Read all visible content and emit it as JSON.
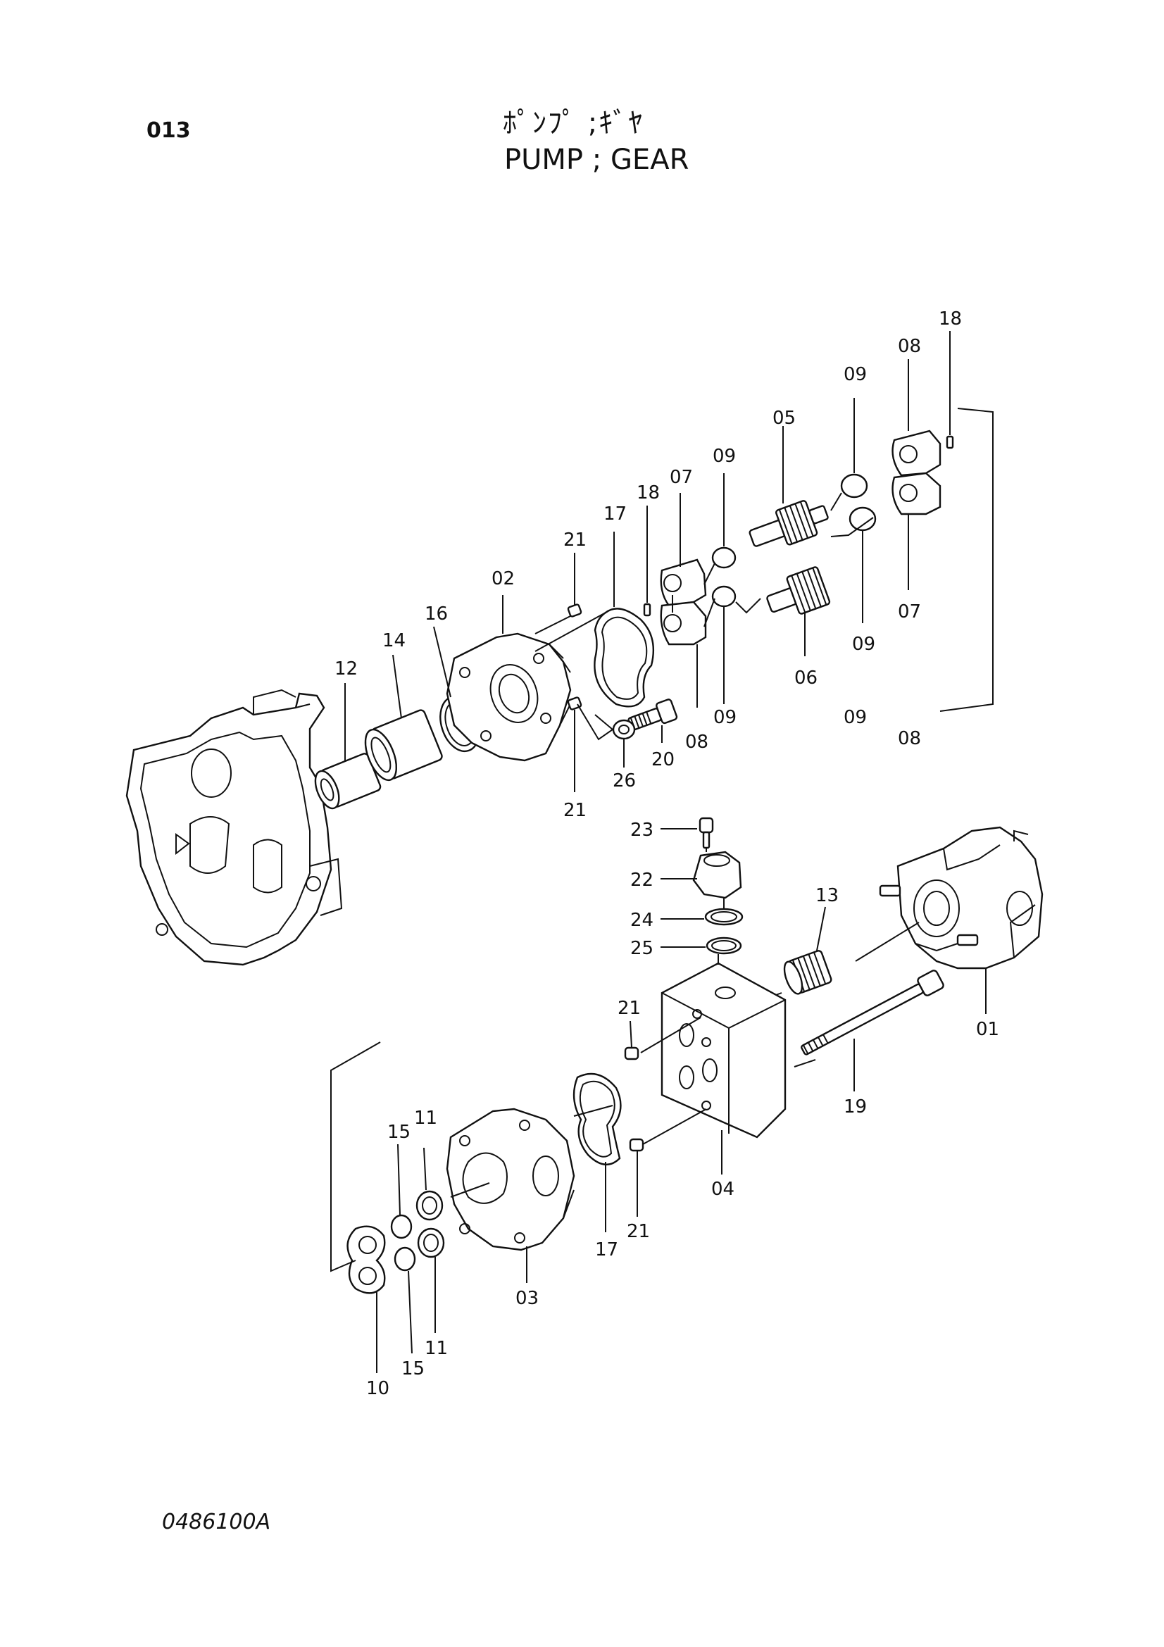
{
  "header": {
    "page_number": "013",
    "title_jp": "ﾎﾟﾝﾌﾟ ;ｷﾞﾔ",
    "title_en": "PUMP ; GEAR"
  },
  "footer": {
    "drawing_code": "0486100A"
  },
  "callouts": [
    "18",
    "08",
    "09",
    "05",
    "09",
    "07",
    "18",
    "17",
    "21",
    "02",
    "16",
    "14",
    "12",
    "08",
    "09",
    "07",
    "09",
    "06",
    "20",
    "08",
    "09",
    "26",
    "21",
    "23",
    "22",
    "24",
    "25",
    "13",
    "01",
    "21",
    "19",
    "15",
    "11",
    "17",
    "04",
    "21",
    "03",
    "10",
    "15",
    "11"
  ]
}
